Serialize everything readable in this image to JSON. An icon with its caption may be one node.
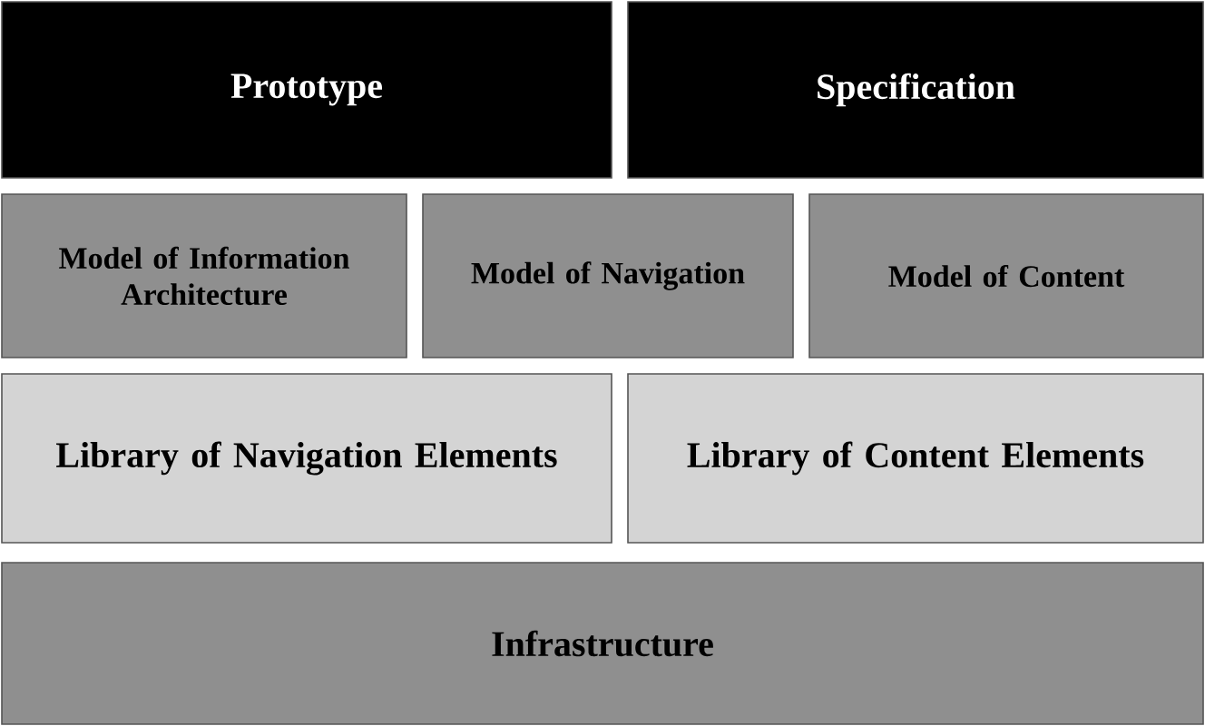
{
  "diagram": {
    "nodes": [
      {
        "text": [
          "Prototype"
        ]
      },
      {
        "text": [
          "Specification"
        ]
      },
      {
        "text": [
          "Model of Information Architecture"
        ]
      },
      {
        "text": [
          "Model of Navigation"
        ]
      },
      {
        "text": [
          "Model of Content"
        ]
      },
      {
        "text": [
          "Library of Navigation Elements"
        ]
      },
      {
        "text": [
          "Library of Content Elements"
        ]
      },
      {
        "text": [
          "Infrastructure"
        ]
      }
    ]
  }
}
